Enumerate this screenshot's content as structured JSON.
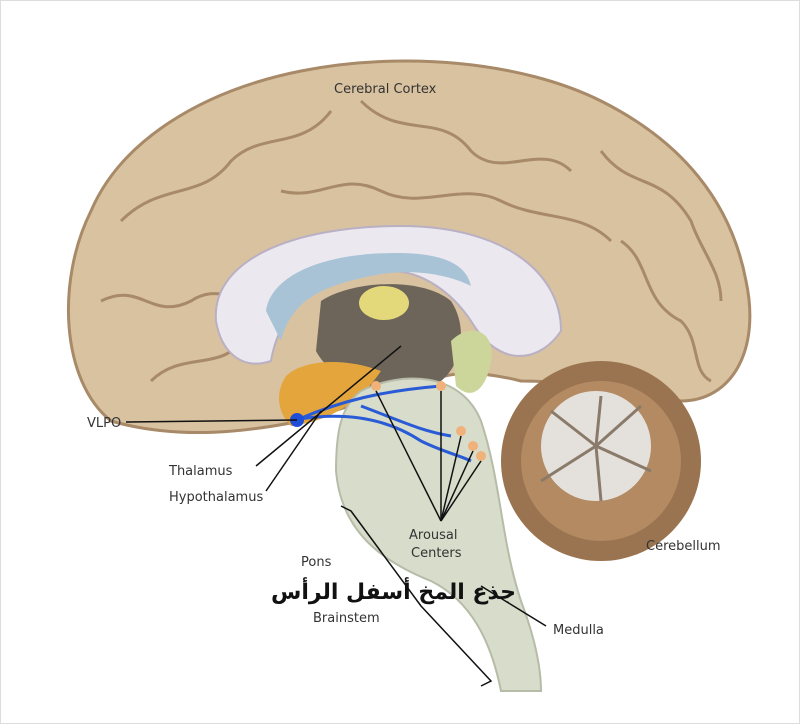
{
  "title": "جذع المخ أسفل الرأس",
  "labels": {
    "cerebral_cortex": "Cerebral Cortex",
    "vlpo": "VLPO",
    "thalamus": "Thalamus",
    "hypothalamus": "Hypothalamus",
    "pons": "Pons",
    "arousal_1": "Arousal",
    "arousal_2": "Centers",
    "cerebellum": "Cerebellum",
    "brainstem": "Brainstem",
    "medulla": "Medulla"
  },
  "colors": {
    "cortex": "#d9c2a0",
    "cortex_fold": "#a88a68",
    "stem": "#d7dccb",
    "cerebellum": "#9a7450",
    "pathway": "#2a5bd7"
  }
}
